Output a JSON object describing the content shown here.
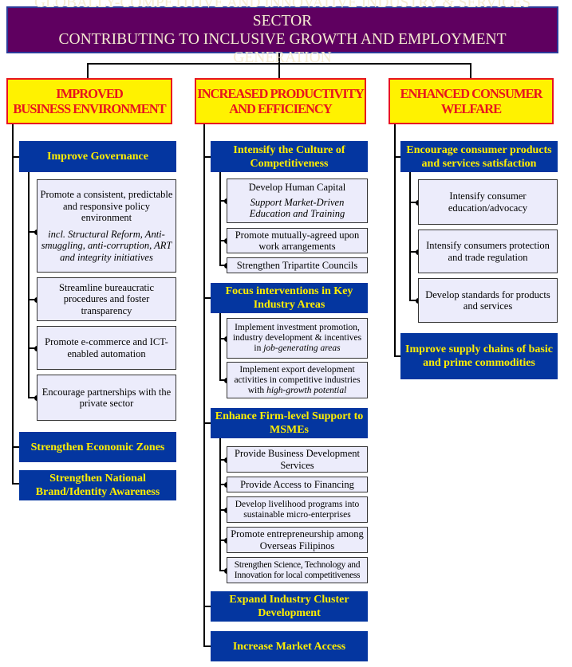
{
  "title": {
    "line1": "GLOBALLY-COMPETITIVE AND INNOVATIVE INDUSTRY & SERVICES SECTOR",
    "line2": "CONTRIBUTING TO INCLUSIVE GROWTH AND EMPLOYMENT GENERATION"
  },
  "goals": [
    {
      "l1": "IMPROVED",
      "l2": "BUSINESS ENVIRONMENT"
    },
    {
      "l1": "INCREASED PRODUCTIVITY",
      "l2": "AND EFFICIENCY"
    },
    {
      "l1": "ENHANCED CONSUMER",
      "l2": "WELFARE"
    }
  ],
  "left": {
    "gov": "Improve Governance",
    "gov_subs": {
      "a1": "Promote a consistent, predictable and responsive policy environment",
      "a2": "incl. Structural Reform, Anti-smuggling, anti-corruption, ART and integrity initiatives",
      "b": "Streamline bureaucratic procedures and foster transparency",
      "c": "Promote e-commerce and ICT-enabled automation",
      "d": "Encourage partnerships with the private sector"
    },
    "ez": "Strengthen Economic Zones",
    "brand": "Strengthen National Brand/Identity Awareness"
  },
  "mid": {
    "comp": "Intensify the Culture of Competitiveness",
    "comp_subs": {
      "a1": "Develop Human Capital",
      "a2": "Support Market-Driven Education and Training",
      "b": "Promote mutually-agreed upon work arrangements",
      "c": "Strengthen Tripartite Councils"
    },
    "focus": "Focus interventions in Key Industry Areas",
    "focus_subs": {
      "a1": "Implement investment promotion, industry development & incentives in ",
      "a2": "job-generating areas",
      "b1": "Implement export development activities in competitive industries with ",
      "b2": "high-growth potential"
    },
    "msme": "Enhance Firm-level Support to MSMEs",
    "msme_subs": [
      "Provide Business Development Services",
      "Provide Access to Financing",
      "Develop livelihood programs into sustainable micro-enterprises",
      "Promote entrepreneurship among Overseas Filipinos",
      "Strengthen Science, Technology and Innovation for local competitiveness"
    ],
    "cluster": "Expand Industry Cluster Development",
    "market": "Increase Market Access"
  },
  "right": {
    "cons": "Encourage consumer products and services satisfaction",
    "cons_subs": [
      "Intensify consumer education/advocacy",
      "Intensify consumers protection and trade regulation",
      "Develop standards for products and services"
    ],
    "supply": "Improve supply chains of basic and prime commodities"
  }
}
